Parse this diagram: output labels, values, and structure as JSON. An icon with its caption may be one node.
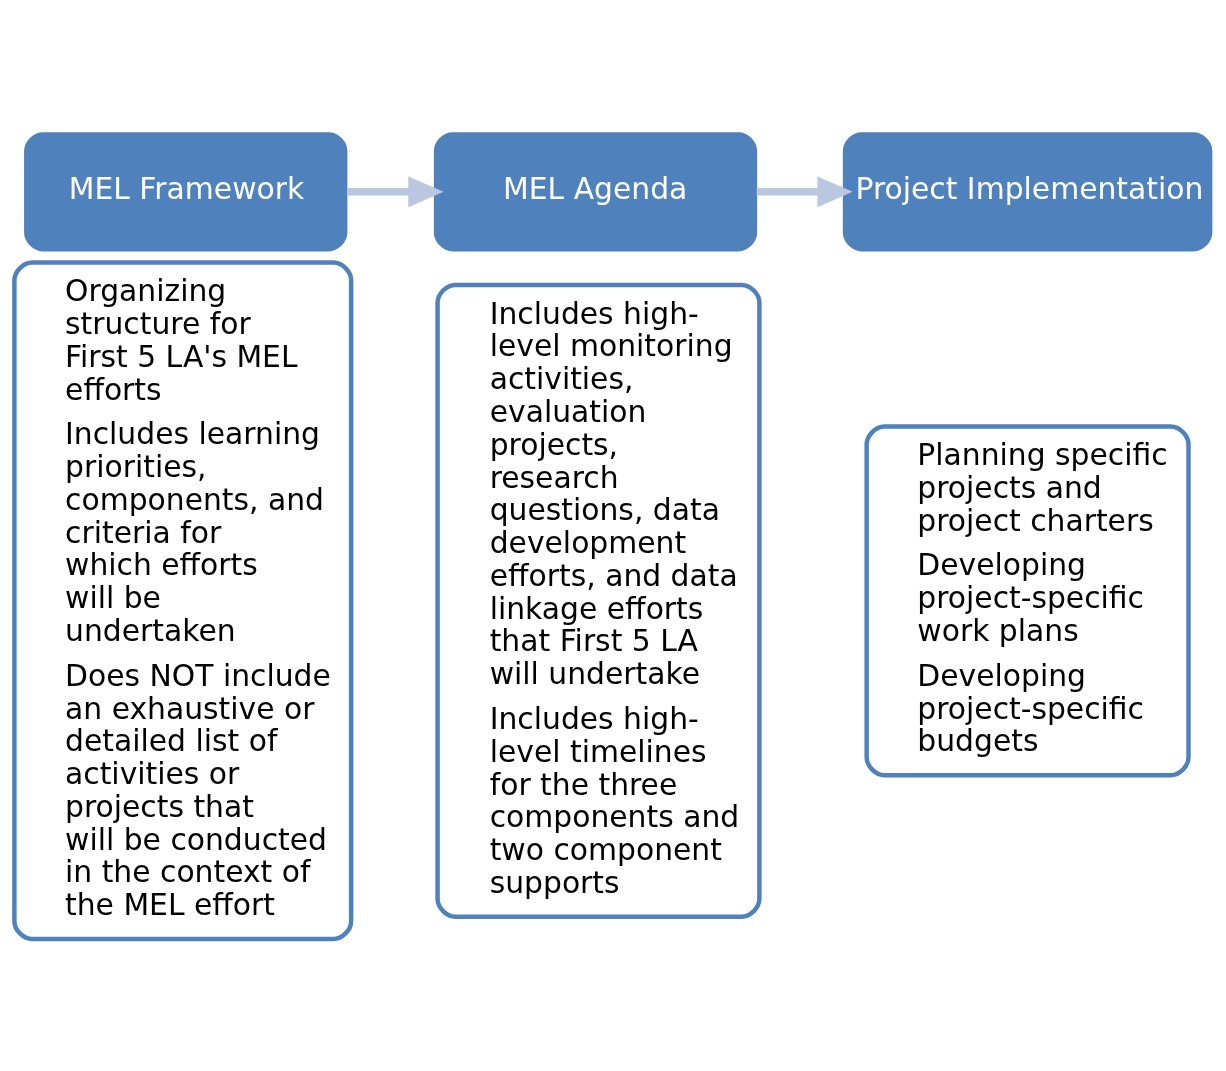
{
  "diagram": {
    "nodes": [
      {
        "text": [
          "MEL Framework"
        ]
      },
      {
        "text": [
          "Organizing structure for First 5 LA's MEL efforts",
          "Includes learning priorities, components, and criteria for which efforts will be undertaken",
          "Does NOT include an exhaustive or detailed list of activities or projects that will be conducted in the context of the MEL effort"
        ]
      },
      {
        "text": [
          "MEL Agenda"
        ]
      },
      {
        "text": [
          "Includes high-level monitoring activities, evaluation projects, research questions, data development efforts, and data linkage efforts that First 5 LA will undertake",
          "Includes high-level timelines for the three components and two component supports"
        ]
      },
      {
        "text": [
          "Project Implementation"
        ]
      },
      {
        "text": [
          "Planning specific projects and project charters",
          "Developing project-specific work plans",
          "Developing project-specific budgets"
        ]
      }
    ],
    "edges": [
      {
        "from": 0,
        "to": 2,
        "arrow": "to",
        "color": "#b9c7e0"
      },
      {
        "from": 2,
        "to": 4,
        "arrow": "to",
        "color": "#b9c7e0"
      }
    ]
  }
}
